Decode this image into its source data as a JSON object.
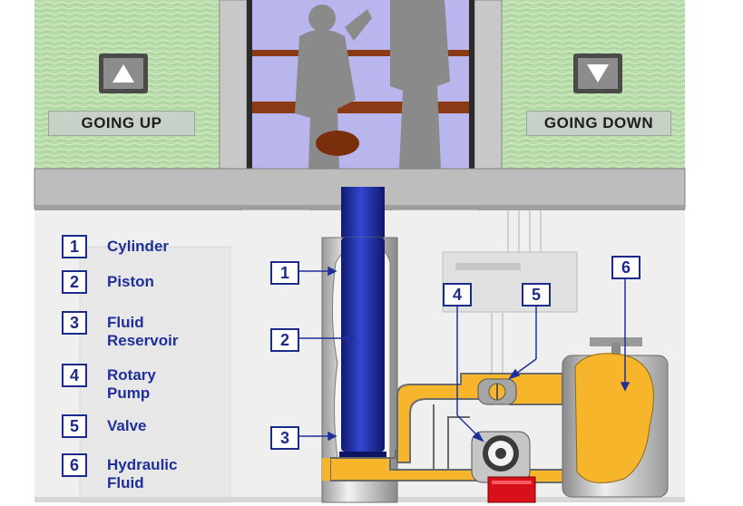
{
  "floors": {
    "left_label": "GOING UP",
    "right_label": "GOING DOWN",
    "left_icon": "triangle-up-icon",
    "right_icon": "triangle-down-icon"
  },
  "legend": [
    {
      "num": "1",
      "text": "Cylinder"
    },
    {
      "num": "2",
      "text": "Piston"
    },
    {
      "num": "3",
      "text": "Fluid\nReservoir"
    },
    {
      "num": "4",
      "text": "Rotary\nPump"
    },
    {
      "num": "5",
      "text": "Valve"
    },
    {
      "num": "6",
      "text": "Hydraulic\nFluid"
    }
  ],
  "callouts": [
    "1",
    "2",
    "3",
    "4",
    "5",
    "6"
  ],
  "colors": {
    "wall_green": "#b6d9a8",
    "piston_blue": "#1d2b9e",
    "fluid_orange": "#f7b52b",
    "legend_blue": "#1f2f9a",
    "pump_red": "#d8101a"
  }
}
